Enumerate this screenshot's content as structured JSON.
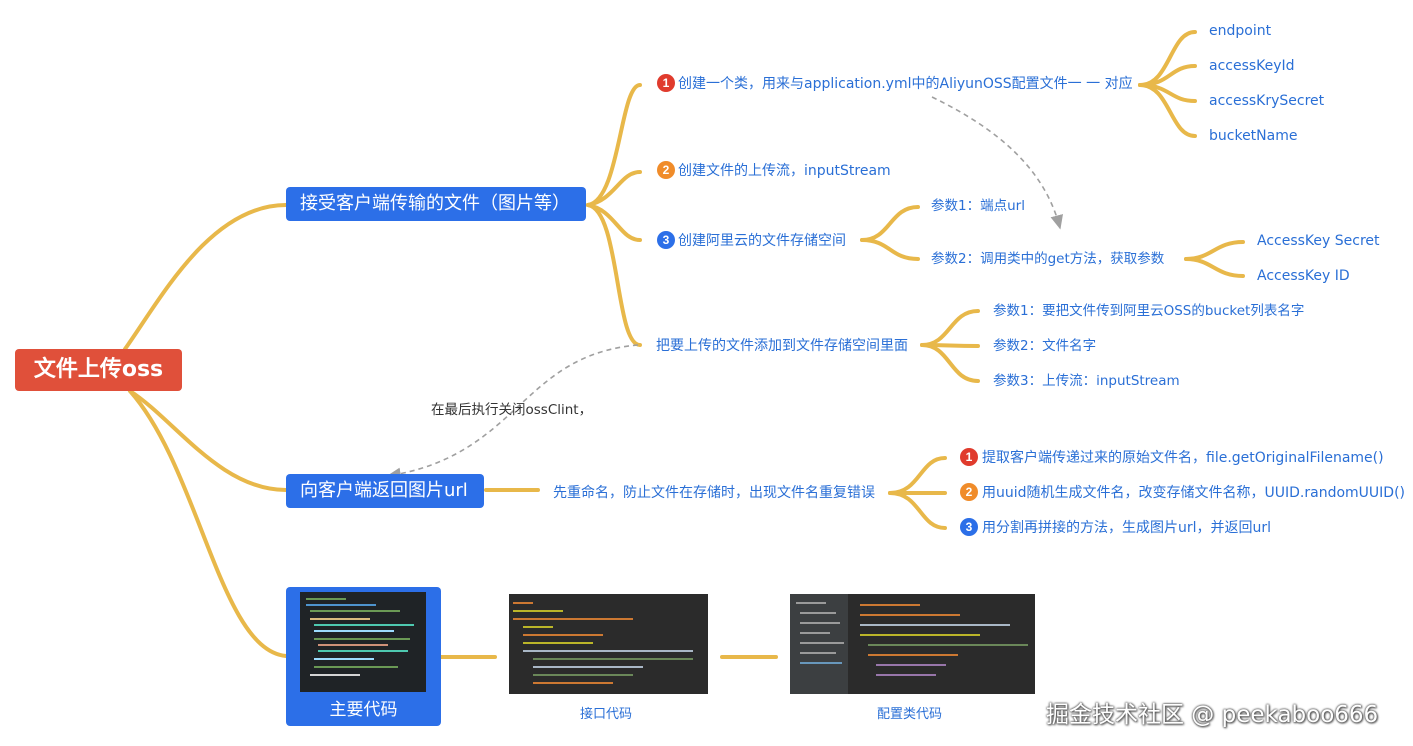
{
  "root": {
    "label": "文件上传oss"
  },
  "branch1": {
    "label": "接受客户端传输的文件（图片等）",
    "step1": {
      "badge": "1",
      "label": "创建一个类，用来与application.yml中的AliyunOSS配置文件一 一 对应",
      "fields": [
        "endpoint",
        "accessKeyId",
        "accessKrySecret",
        "bucketName"
      ]
    },
    "step2": {
      "badge": "2",
      "label": "创建文件的上传流，inputStream"
    },
    "step3": {
      "badge": "3",
      "label": "创建阿里云的文件存储空间",
      "param1": "参数1：端点url",
      "param2": "参数2：调用类中的get方法，获取参数",
      "keys": [
        "AccessKey Secret",
        "AccessKey ID"
      ]
    },
    "step4": {
      "label": "把要上传的文件添加到文件存储空间里面",
      "params": [
        "参数1：要把文件传到阿里云OSS的bucket列表名字",
        "参数2：文件名字",
        "参数3：上传流：inputStream"
      ]
    }
  },
  "annotation": "在最后执行关闭ossClint，",
  "branch2": {
    "label": "向客户端返回图片url",
    "child": "先重命名，防止文件在存储时，出现文件名重复错误",
    "steps": [
      {
        "badge": "1",
        "label": "提取客户端传递过来的原始文件名，file.getOriginalFilename()"
      },
      {
        "badge": "2",
        "label": "用uuid随机生成文件名，改变存储文件名称，UUID.randomUUID()"
      },
      {
        "badge": "3",
        "label": "用分割再拼接的方法，生成图片url，并返回url"
      }
    ]
  },
  "branch3": {
    "label": "主要代码",
    "captions": [
      "接口代码",
      "配置类代码"
    ]
  },
  "watermark": "掘金技术社区 @ peekaboo666",
  "colors": {
    "root": "#e0503a",
    "node": "#2c6fe8",
    "branch": "#e8b84a",
    "text": "#2a6fd6",
    "badge_red": "#e03b2d",
    "badge_orange": "#f08c2a",
    "badge_blue": "#2c6fe8"
  }
}
